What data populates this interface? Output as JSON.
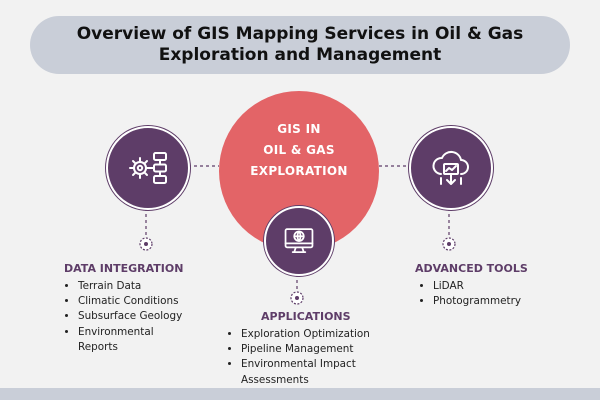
{
  "title": {
    "line1": "Overview of GIS Mapping Services in Oil & Gas",
    "line2": "Exploration and Management"
  },
  "center": {
    "line1": "GIS IN",
    "line2": "OIL & GAS",
    "line3": "EXPLORATION",
    "color": "#e36467"
  },
  "node_color": "#5e3d68",
  "sections": {
    "data_integration": {
      "heading": "DATA INTEGRATION",
      "icon": "gear-flowchart-icon",
      "items": [
        "Terrain Data",
        "Climatic Conditions",
        "Subsurface Geology",
        "Environmental Reports"
      ]
    },
    "applications": {
      "heading": "APPLICATIONS",
      "icon": "monitor-globe-icon",
      "items": [
        "Exploration Optimization",
        "Pipeline Management",
        "Environmental Impact Assessments"
      ]
    },
    "advanced_tools": {
      "heading": "ADVANCED TOOLS",
      "icon": "cloud-chart-icon",
      "items": [
        "LiDAR",
        "Photogrammetry"
      ]
    }
  }
}
